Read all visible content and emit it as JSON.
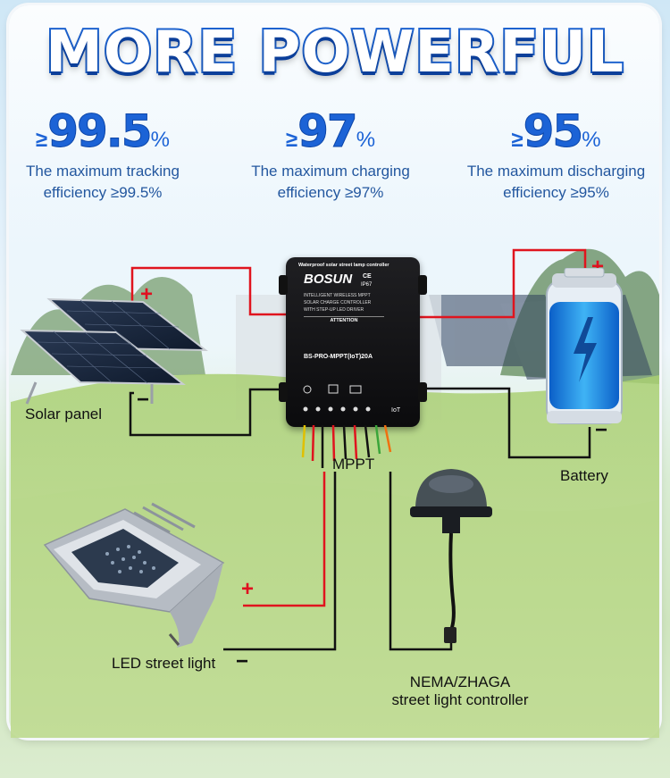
{
  "title": "MORE POWERFUL",
  "stats": [
    {
      "prefix": "≥",
      "value": "99.5",
      "unit": "%",
      "line1": "The maximum tracking",
      "line2": "efficiency ≥99.5%"
    },
    {
      "prefix": "≥",
      "value": "97",
      "unit": "%",
      "line1": "The maximum charging",
      "line2": "efficiency ≥97%"
    },
    {
      "prefix": "≥",
      "value": "95",
      "unit": "%",
      "line1": "The maximum discharging",
      "line2": "efficiency ≥95%"
    }
  ],
  "labels": {
    "solar": "Solar panel",
    "mppt": "MPPT",
    "battery": "Battery",
    "led": "LED street light",
    "nema1": "NEMA/ZHAGA",
    "nema2": "street light controller"
  },
  "controller": {
    "brand": "BOSUN",
    "cert": "CE",
    "ip": "IP67",
    "top_text": "Waterproof solar street lamp controller",
    "line1": "INTELLIGENT WIRELESS MPPT",
    "line2": "SOLAR CHARGE CONTROLLER",
    "line3": "WITH STEP-UP LED DRIVER",
    "attention": "ATTENTION",
    "model": "BS-PRO-MPPT(IoT)20A",
    "iot": "IoT"
  },
  "signs": {
    "plus": "+",
    "minus": "−"
  },
  "colors": {
    "positive_wire": "#e0141e",
    "negative_wire": "#111111",
    "accent": "#1c63d6"
  }
}
